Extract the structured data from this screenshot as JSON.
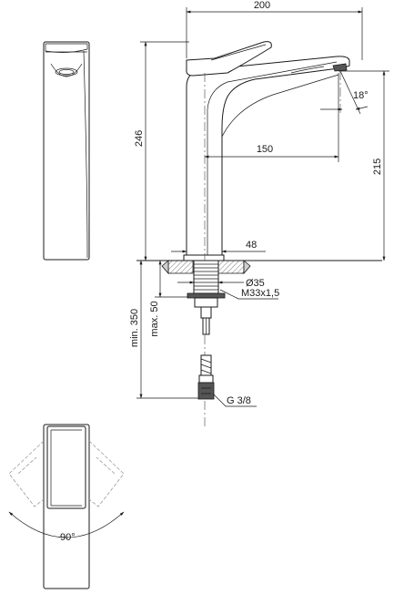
{
  "dimensions": {
    "spout_reach": "200",
    "height_246": "246",
    "height_215": "215",
    "reach_150": "150",
    "angle_18": "18°",
    "base_48": "48",
    "hole_d35": "Ø35",
    "thread": "M33x1,5",
    "max_thickness": "max. 50",
    "min_length": "min. 350",
    "connector": "G 3/8",
    "lever_angle": "90°"
  }
}
